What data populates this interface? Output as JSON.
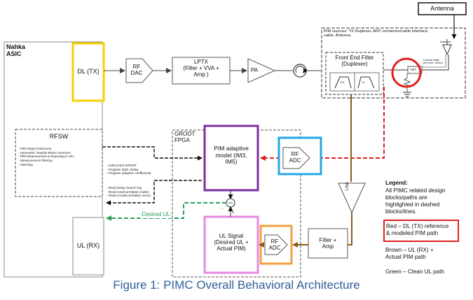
{
  "diagram": {
    "caption": "Figure 1: PIMC Overall Behavioral Architecture",
    "antenna_label": "Antenna",
    "asic_label": "Nahka\nASIC",
    "dl_tx": "DL (TX)",
    "rf_dac": "RF\nDAC",
    "lptx": "LPTX\n(Filter + VVA +\nAmp )",
    "pa": "PA",
    "pim_sources": "PIM sources: TX Duplexer, ANT connector/cable interface,\ncable, Antenna",
    "front_end_filter": "Front End Filter\n(Duplexer)",
    "duplexer_rx": "RX",
    "duplexer_tx": "Tx",
    "ant_box": "ANT",
    "ant_small": "Antenna",
    "coax_note": "Coaxial cable\n(50 ohm / 300m)",
    "rfsw_title": "RFSW",
    "rfsw_items": "- PIM Impact Discovery\n- Symmetric Toeplitz Matrix Inversion\n- PIM Measurement & Reporting in cRc\n- Measurement Filtering\n- Alarming",
    "groot": "GROOT\nFPGA",
    "init_control": "- Init/Control GROOT\n- Program NSD. Delay\n- Program adaptive coefficients",
    "read_items": "- Read Delay Search log\n- Read AutoCorrelation matrix\n- Read CrossCorrelation vector",
    "pim_model": "PIM adaptive\nmodel (IM3,\nIM5)",
    "rf_adc_top": "RF\nADC",
    "lna": "LNA",
    "desired_ul": "-Desired UL-",
    "ul_rx": "UL (RX)",
    "ul_signal": "UL Signal\n(Desired UL +\nActual PIM)",
    "rf_adc_bottom": "RF\nADC",
    "filter_amp": "Filter +\nAmp"
  },
  "legend": {
    "title": "Legend:",
    "intro": "All PIMC related design\nblocks/paths are\nhighlighted in dashed\nblocks/lines.",
    "red": "Red – DL (TX) reference\n& modeled PIM path",
    "brown": "Brown – UL (RX) +\nActual PIM path",
    "green": "Green – Clean UL path"
  },
  "colors": {
    "yellow": "#f5d000",
    "purple": "#7b2fa0",
    "blue": "#23a6e6",
    "pink": "#e68ae0",
    "orange": "#f0a040",
    "red": "#e02020",
    "brown": "#8b5a1a",
    "green": "#2aa25a",
    "caption": "#2f5f98"
  }
}
